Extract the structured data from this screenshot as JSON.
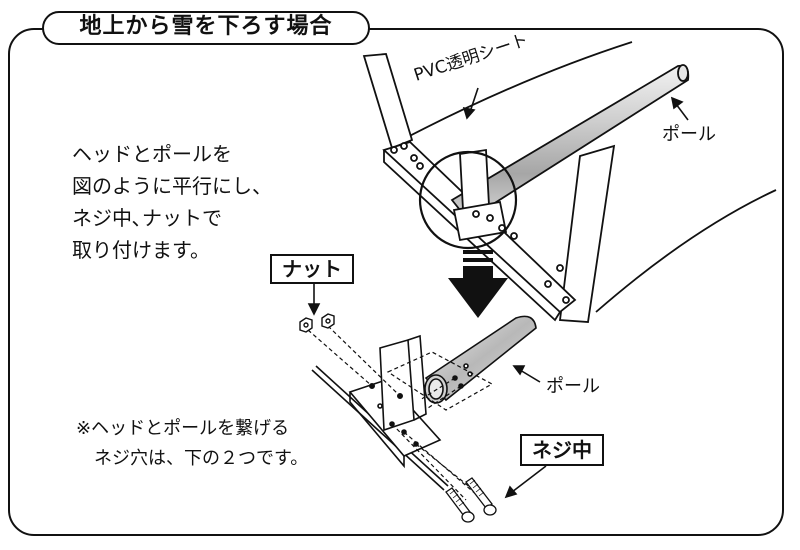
{
  "title": "地上から雪を下ろす場合",
  "instructions": [
    "ヘッドとポールを",
    "図のように平行にし、",
    "ネジ中､ナットで",
    "取り付けます。"
  ],
  "note": [
    "※ヘッドとポールを繋げる",
    "　ネジ穴は、下の２つです。"
  ],
  "labels": {
    "pvc_sheet": "PVC透明シート",
    "pole_top": "ポール",
    "pole_bottom": "ポール",
    "nut": "ナット",
    "screw": "ネジ中"
  }
}
